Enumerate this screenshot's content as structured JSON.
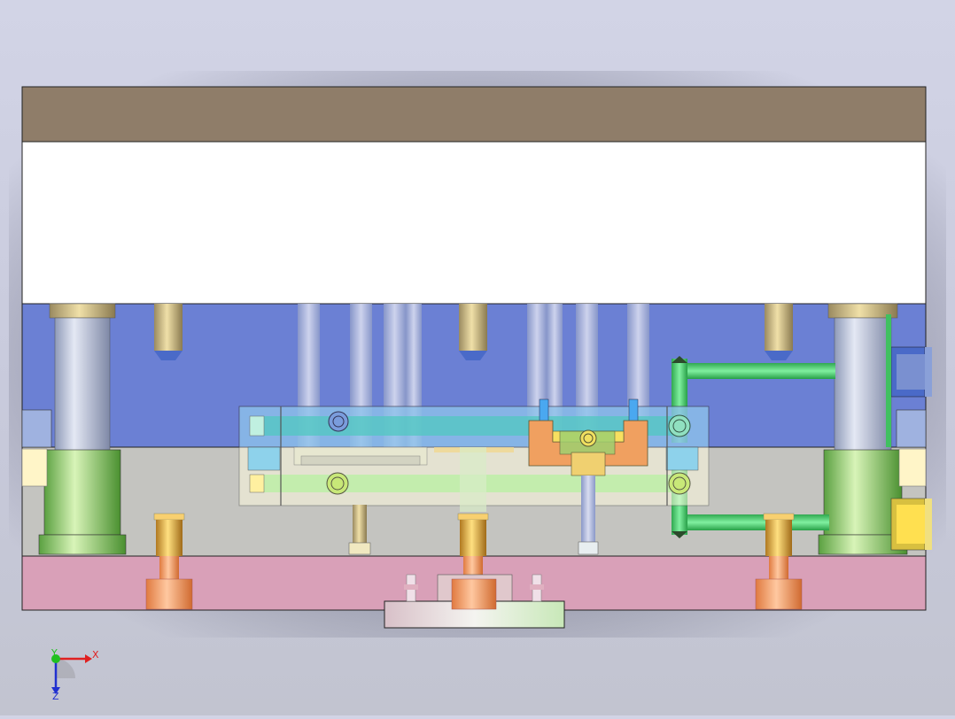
{
  "view": {
    "background_top": "#d2d4e6",
    "background_bottom": "#c2c4d0"
  },
  "colors": {
    "top_clamp_plate": "#8f7d69",
    "a_plate": "#ffffff",
    "cavity_plate": "#6b80d4",
    "core_plate": "#c4c4c0",
    "bottom_clamp_plate": "#d9a0b8",
    "guide_pillar": "#b8c2dc",
    "guide_bush": "#9fd878",
    "return_pin": "#e0b050",
    "slider_block": "#f0a060",
    "cooling_line": "#4cc870",
    "transparent_insert": "#5aa8f0",
    "locating_ring": "#cfe8c8"
  },
  "triad": {
    "x_label": "X",
    "y_label": "Y",
    "z_label": "Z",
    "x_color": "#e02020",
    "y_color": "#20c020",
    "z_color": "#2030d0"
  }
}
